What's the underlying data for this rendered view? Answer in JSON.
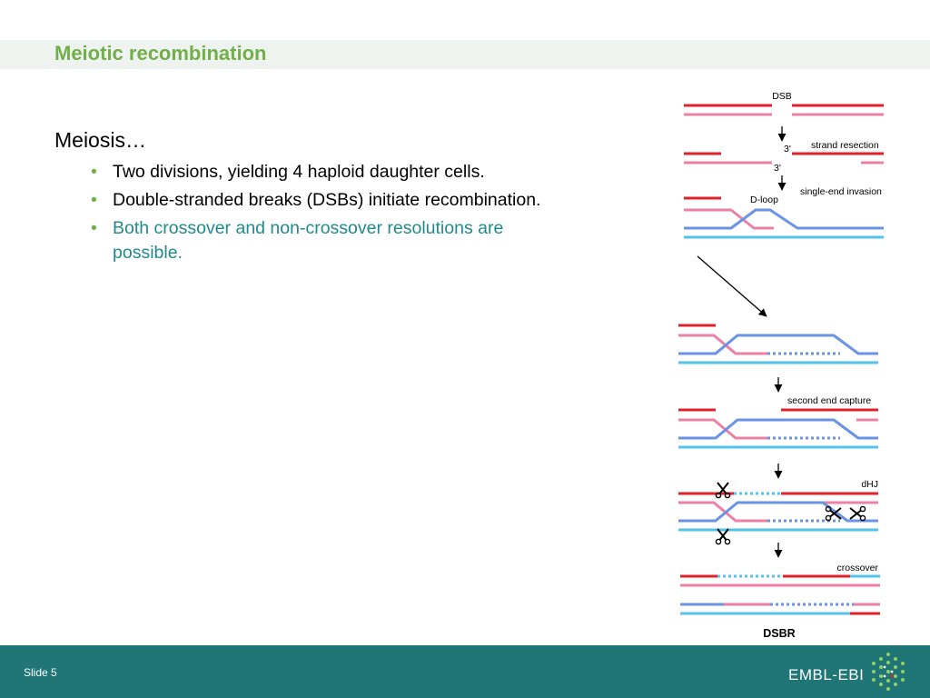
{
  "slide": {
    "title": "Meiotic recombination",
    "heading": "Meiosis…",
    "bullets": [
      "Two divisions, yielding 4 haploid daughter cells.",
      "Double-stranded breaks (DSBs) initiate recombination.",
      "Both crossover and non-crossover resolutions are possible."
    ]
  },
  "diagram": {
    "labels": {
      "dsb": "DSB",
      "three_prime_top": "3'",
      "strand_resection": "strand resection",
      "three_prime_bottom": "3'",
      "single_end_invasion": "single-end invasion",
      "d_loop": "D-loop",
      "second_end_capture": "second end capture",
      "dhj": "dHJ",
      "crossover": "crossover",
      "dsbr": "DSBR"
    },
    "colors": {
      "red": "#e3202a",
      "pink": "#ec7fa5",
      "blue": "#6a93e6",
      "cyan": "#52c3ec"
    }
  },
  "footer": {
    "slide_label": "Slide 5",
    "logo_text": "EMBL-EBI"
  }
}
